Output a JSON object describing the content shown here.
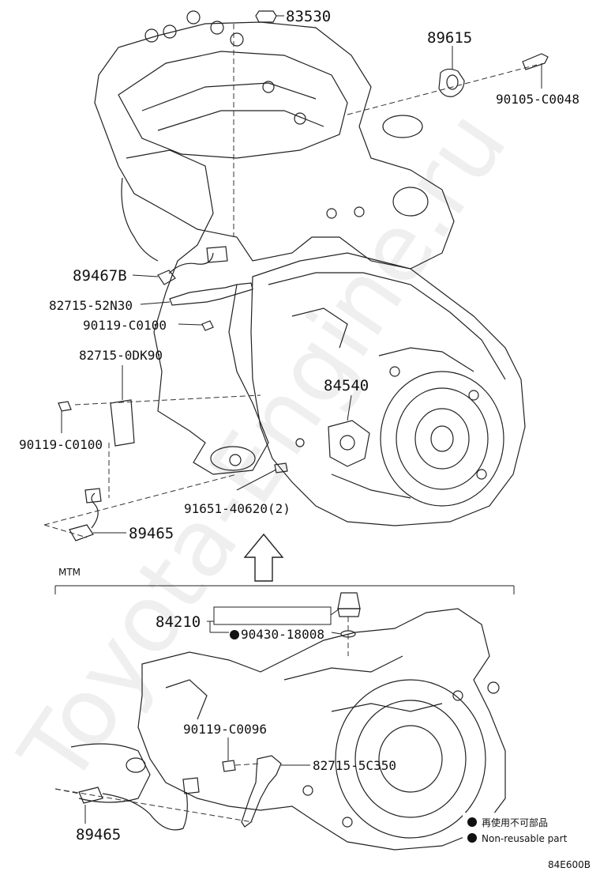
{
  "watermark": "Toyota-Engine.ru",
  "section_label": "MTM",
  "figure_code": "84E600B",
  "legend": {
    "items": [
      {
        "text_jp": "再使用不可部品",
        "text_en": "Non-reusable part",
        "marker": "filled-circle"
      }
    ]
  },
  "parts": {
    "p83530": "83530",
    "p89615": "89615",
    "p90105": "90105-C0048",
    "p89467b": "89467B",
    "p82715_52n30": "82715-52N30",
    "p90119_top": "90119-C0100",
    "p82715_0dk90": "82715-0DK90",
    "p90119_left": "90119-C0100",
    "p84540": "84540",
    "p91651": "91651-40620(2)",
    "p89465_top": "89465",
    "p84210": "84210",
    "p90430": "90430-18008",
    "p90119_c0096": "90119-C0096",
    "p82715_5c350": "82715-5C350",
    "p89465_bottom": "89465"
  }
}
